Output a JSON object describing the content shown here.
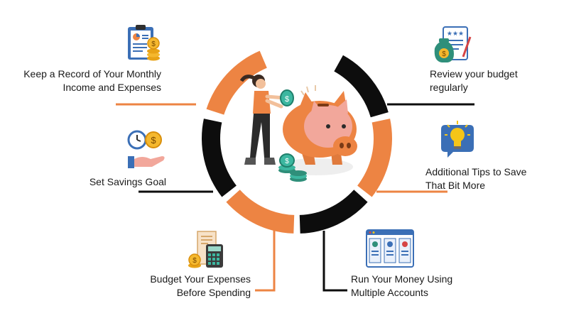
{
  "colors": {
    "orange": "#ED8443",
    "black": "#0d0d0d",
    "skin": "#F2A79B",
    "coin": "#3CB7A0"
  },
  "icons": {
    "tip1": "clipboard-chart-coins-icon",
    "tip2": "clock-coin-hand-icon",
    "tip3": "receipt-calculator-icon",
    "tip4": "money-bag-checklist-icon",
    "tip5": "lightbulb-chat-icon",
    "tip6": "multiple-account-cards-icon",
    "center": "woman-piggy-bank-illustration"
  },
  "tips": [
    {
      "line1": "Keep a Record of Your Monthly",
      "line2": "Income and Expenses"
    },
    {
      "line1": "Set Savings Goal",
      "line2": ""
    },
    {
      "line1": "Budget Your Expenses",
      "line2": "Before Spending"
    },
    {
      "line1": "Review your budget",
      "line2": "regularly"
    },
    {
      "line1": "Additional Tips to Save",
      "line2": "That Bit More"
    },
    {
      "line1": "Run Your Money Using",
      "line2": "Multiple Accounts"
    }
  ]
}
